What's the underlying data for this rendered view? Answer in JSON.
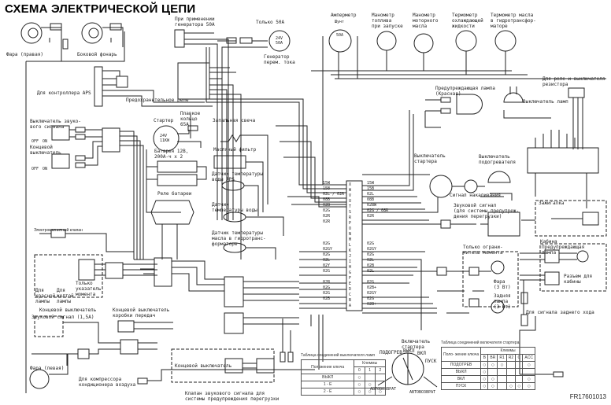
{
  "title": "СХЕМА ЭЛЕКТРИЧЕСКОЙ ЦЕПИ",
  "figure_code": "FR17601013",
  "components": {
    "headlight_right": "Фара (правая)",
    "side_light": "Боковой фонарь",
    "generator_50a_note": "При применении\nгенератора 50А",
    "only_50a": "Только 50А",
    "generator": "Генератор\nперем. тока",
    "generator_rating": "24V\n50A",
    "aps_controller": "Для контроллера APS",
    "safety_relay": "Предохранительное реле",
    "starter": "Стартер",
    "starter_rating": "24V\n11KW",
    "fusible_link": "Плавкое\nкольцо\n65А",
    "horn_switch": "Выключатель звуко-\nвого сигнала",
    "limit_switch_1": "Концевой\nвыключатель",
    "battery": "Батарея 12В,\n200А-ч x 2",
    "battery_relay": "Реле батареи",
    "glow_plug": "Запальная свеча",
    "oil_filter": "Масляный фильтр",
    "aps_water_temp_sensor": "Датчик температуры\nводы APS",
    "water_temp_sensor": "Датчик\nтемпературы воды",
    "trans_oil_temp_sensor": "Датчик температуры\nмасла в гидротранс-\nформаторе",
    "solenoid_valve": "Электромагнитный клапан",
    "red_lamp": "Для\nкрасной\nлампы",
    "yellow_lamp": "Для\nжелтой\nлампы",
    "moment_only": "Только\nуказатель\nмомента",
    "limit_switch_2": "Концевой выключатель",
    "horn_1_5a": "Звуковой сигнал (1,5А)",
    "gearbox_limit_switch": "Концевой выключатель\nкоробки передач",
    "headlight_left": "Фара (левая)",
    "ac_compressor": "Для компрессора\nкондиционера воздуха",
    "limit_switch_3": "Концевой выключатель",
    "horn_valve": "Клапан звукового сигнала для\nсистемы предупреждения перегрузки",
    "ammeter": "Амперметр",
    "ammeter_shunt": "Шунт",
    "ammeter_range": "50A",
    "fuel_gauge": "Манометр\nтоплива\nпри запуске",
    "oil_gauge": "Манометр\nмоторного\nмасла",
    "coolant_thermometer": "Термометр\nохлаждающей\nжидкости",
    "trans_thermometer": "Термометр масла\nв гидротрансфор-\nматоре",
    "warning_lamp_red": "Предупреждающая лампа\n(Красная)",
    "lamp_switch": "Выключатель ламп",
    "resistor_relay": "Для реле и выключателя\nрезистора",
    "starter_switch": "Выключатель\nстартера",
    "heater_switch": "Выключатель\nподогревателя",
    "glow_signal": "Сигнал накаливания",
    "overload_horn": "Звуковой сигнал\n(для системы предупреж-\nдения перегрузки)",
    "moment_limiter": "Только ограни-\nчитель момента",
    "ignition": "Зажигалка",
    "cabin": "Кабина",
    "cabin_warning_lamp": "Предупреждающая\nлампа",
    "cabin_connector": "Разъем для\nкабины",
    "reverse_signal": "Для сигнала заднего хода",
    "headlamp_3": "Фара\n(3 Вт)",
    "tail_lamp": "Задняя\nлампа\n(3 Вт)",
    "starter_switch_dial": "Включатель\nстартера",
    "dial_preheat": "ПОДОГРЕВ",
    "dial_off": "ВЫКЛ",
    "dial_on": "ВКЛ",
    "dial_start": "ПУСК",
    "dial_autoreturn": "АВТОВОЗВРАТ",
    "switch_off": "OFF",
    "switch_on": "ON"
  },
  "central_connector": {
    "pins": [
      "X",
      "W",
      "V",
      "U",
      "T",
      "S",
      "R",
      "P",
      "O",
      "N",
      "M",
      "L",
      "K",
      "J",
      "I",
      "H",
      "G",
      "F",
      "E",
      "D",
      "C",
      "B",
      "A"
    ],
    "left_wires": [
      "15W",
      "15B",
      "02L / 02R",
      "08B",
      "02B",
      "02G",
      "02R",
      "02R",
      "",
      "",
      "",
      "02G",
      "02GY",
      "02G",
      "02L",
      "02Y",
      "02G",
      "",
      "02R",
      "02G",
      "02G",
      "02B",
      ""
    ],
    "right_wires": [
      "15W",
      "15B",
      "02L",
      "08B",
      "02BW",
      "02G / 08R",
      "02R",
      "",
      "",
      "",
      "",
      "02G",
      "02GY",
      "02G",
      "02L",
      "02B",
      "02L",
      "",
      "02G",
      "02B+",
      "02GY",
      "02G",
      "02B+"
    ]
  },
  "lamp_switch_table": {
    "caption": "Таблица соединений выключателя ламп",
    "header_row1": [
      "Положение ключа",
      "Клеммы"
    ],
    "terminals": [
      "0",
      "1",
      "2"
    ],
    "rows": [
      {
        "pos": "ВЫКЛ",
        "conn": [
          1,
          0,
          0
        ]
      },
      {
        "pos": "1 - E",
        "conn": [
          1,
          1,
          0
        ]
      },
      {
        "pos": "2 - E",
        "conn": [
          1,
          1,
          1
        ]
      }
    ]
  },
  "starter_switch_table": {
    "caption": "Таблица соединений включателя стартера",
    "header_row1": [
      "Поло-\nжение\nключа",
      "Клеммы"
    ],
    "terminals": [
      "B",
      "BR",
      "R1",
      "R2",
      "C",
      "ACC"
    ],
    "rows": [
      {
        "pos": "ПОДОГРЕВ",
        "conn": [
          1,
          1,
          1,
          0,
          0,
          1
        ]
      },
      {
        "pos": "ВЫКЛ",
        "conn": [
          1,
          0,
          0,
          0,
          0,
          0
        ]
      },
      {
        "pos": "ВКЛ",
        "conn": [
          1,
          1,
          0,
          0,
          0,
          1
        ]
      },
      {
        "pos": "ПУСК",
        "conn": [
          1,
          1,
          0,
          1,
          1,
          1
        ]
      }
    ]
  }
}
